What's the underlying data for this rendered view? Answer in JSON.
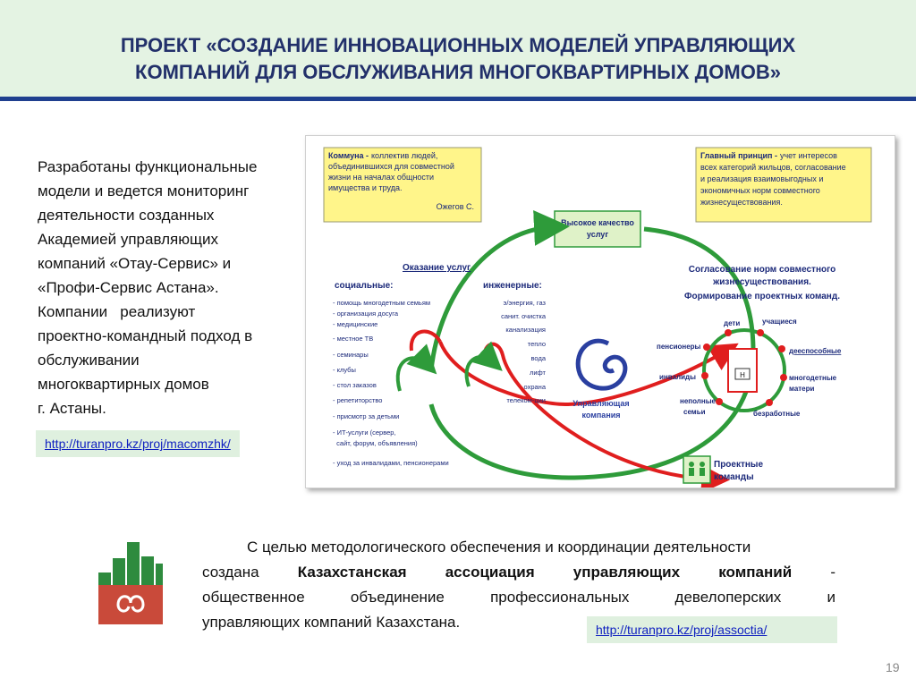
{
  "header": {
    "title_line1": "ПРОЕКТ «СОЗДАНИЕ ИННОВАЦИОННЫХ МОДЕЛЕЙ УПРАВЛЯЮЩИХ",
    "title_line2": "КОМПАНИЙ ДЛЯ ОБСЛУЖИВАНИЯ МНОГОКВАРТИРНЫХ ДОМОВ»"
  },
  "left_text": {
    "lines": [
      "Разработаны функциональные",
      "модели и ведется мониторинг",
      "деятельности созданных",
      "Академией управляющих",
      "компаний «Отау-Сервис» и",
      "«Профи-Сервис Астана».",
      "Компании   реализуют",
      "проектно-командный подход в",
      "обслуживании",
      "многоквартирных домов",
      "г. Астаны."
    ],
    "link": "http://turanpro.kz/proj/macomzhk/"
  },
  "diagram": {
    "kommuna_title": "Коммуна -",
    "kommuna_lines": [
      "коллектив людей,",
      "объединившихся для совместной",
      "жизни на началах общности",
      "имущества и труда."
    ],
    "kommuna_author": "Ожегов С.",
    "principle_title": "Главный принцип -",
    "principle_lines": [
      "учет интересов",
      "всех категорий жильцов, согласование",
      "и реализация взаимовыгодных и",
      "экономичных норм совместного",
      "жизнесуществования."
    ],
    "quality_line1": "Высокое качество",
    "quality_line2": "услуг",
    "services_title": "Оказание услуг",
    "social_title": "социальные:",
    "social_items": [
      "- помощь многодетным семьям",
      "- организация досуга",
      "- медицинские",
      "- местное ТВ",
      "- семинары",
      "- клубы",
      "- стол заказов",
      "- репетиторство",
      "- присмотр за детьми",
      "- ИТ-услуги (сервер,",
      "  сайт, форум, объявления)",
      "- уход за инвалидами, пенсионерами"
    ],
    "engineering_title": "инженерные:",
    "engineering_items": [
      "э/энергия, газ",
      "санит. очистка",
      "канализация",
      "тепло",
      "вода",
      "лифт",
      "охрана",
      "телеком-ции"
    ],
    "agreement_lines": [
      "Согласование норм совместного",
      "жизнесуществования.",
      "Формирование проектных команд."
    ],
    "groups": {
      "children": "дети",
      "students": "учащиеся",
      "pensioners": "пенсионеры",
      "able": "дееспособные",
      "disabled": "инвалиды",
      "mothers_line1": "многодетные",
      "mothers_line2": "матери",
      "incomplete_line1": "неполные",
      "incomplete_line2": "семьи",
      "unemployed": "безработные"
    },
    "house_letter": "Н",
    "company_line1": "Управляющая",
    "company_line2": "компания",
    "teams_line1": "Проектные",
    "teams_line2": "команды",
    "colors": {
      "green": "#2e9b3a",
      "red": "#e01e1e",
      "blue": "#2a3fa0",
      "yellow": "#fff58a"
    }
  },
  "association": {
    "line1": "С целью методологического обеспечения и координации деятельности",
    "line2_pre": "создана",
    "line2_bold": "Казахстанская ассоциация управляющих компаний",
    "line2_post": "-",
    "line3": "общественное объединение профессиональных девелоперских и",
    "line4": "управляющих компаний Казахстана.",
    "link": "http://turanpro.kz/proj/assoctia/"
  },
  "page_number": "19"
}
